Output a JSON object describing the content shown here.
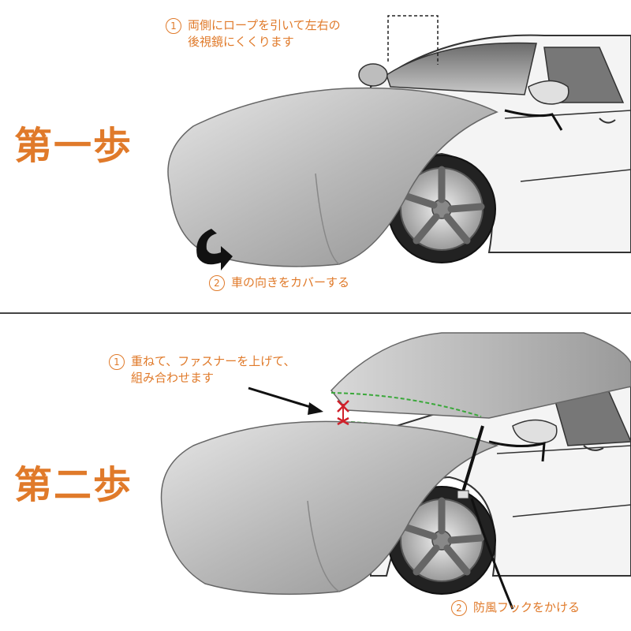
{
  "step1": {
    "title": "第一歩",
    "note1": {
      "num": "1",
      "text": "両側にロープを引いて左右の",
      "text2": "後視鏡にくくります"
    },
    "note2": {
      "num": "2",
      "text": "車の向きをカバーする"
    }
  },
  "step2": {
    "title": "第二歩",
    "note1": {
      "num": "1",
      "text": "重ねて、ファスナーを上げて、",
      "text2": "組み合わせます"
    },
    "note2": {
      "num": "2",
      "text": "防風フックをかける"
    }
  },
  "colors": {
    "accent": "#e07a2a",
    "cover": "#b9b9b9",
    "zipper": "#3aa83a",
    "marker": "#d0202a"
  }
}
